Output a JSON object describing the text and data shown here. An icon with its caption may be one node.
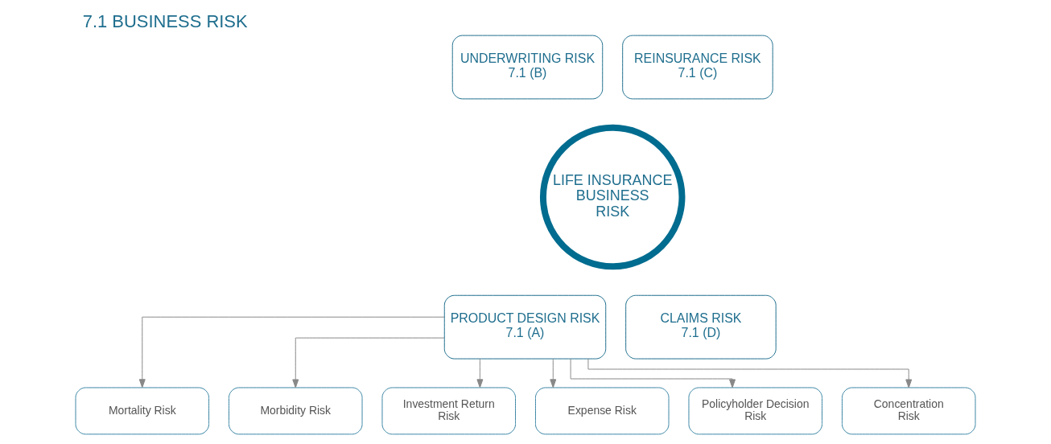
{
  "diagram": {
    "title": "7.1 BUSINESS RISK",
    "nodes": [
      {
        "text": [
          "UNDERWRITING RISK",
          "7.1 (B)"
        ]
      },
      {
        "text": [
          "REINSURANCE RISK",
          "7.1 (C)"
        ]
      },
      {
        "text": [
          "LIFE INSURANCE BUSINESS RISK"
        ]
      },
      {
        "text": [
          "PRODUCT DESIGN RISK",
          "7.1 (A)"
        ]
      },
      {
        "text": [
          "CLAIMS RISK",
          "7.1 (D)"
        ]
      },
      {
        "text": [
          "Mortality Risk"
        ]
      },
      {
        "text": [
          "Morbidity Risk"
        ]
      },
      {
        "text": [
          "Investment Return Risk"
        ]
      },
      {
        "text": [
          "Expense Risk"
        ]
      },
      {
        "text": [
          "Policyholder Decision Risk"
        ]
      },
      {
        "text": [
          "Concentration Risk"
        ]
      }
    ],
    "edges": [
      {
        "from": 3,
        "to": 5,
        "arrow": "to"
      },
      {
        "from": 3,
        "to": 6,
        "arrow": "to"
      },
      {
        "from": 3,
        "to": 7,
        "arrow": "to"
      },
      {
        "from": 3,
        "to": 8,
        "arrow": "to"
      },
      {
        "from": 3,
        "to": 9,
        "arrow": "to"
      },
      {
        "from": 3,
        "to": 10,
        "arrow": "to"
      }
    ]
  }
}
